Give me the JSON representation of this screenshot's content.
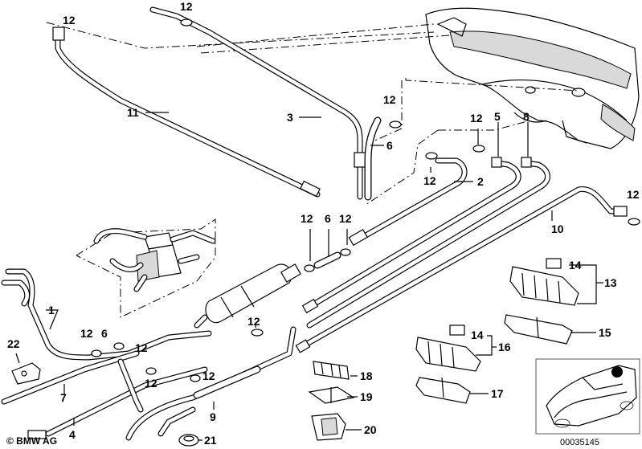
{
  "diagram": {
    "callouts": [
      "12",
      "12",
      "11",
      "3",
      "12",
      "6",
      "12",
      "5",
      "8",
      "12",
      "2",
      "12",
      "10",
      "12",
      "6",
      "12",
      "13",
      "14",
      "1",
      "12",
      "6",
      "12",
      "12",
      "12",
      "12",
      "14",
      "16",
      "15",
      "22",
      "7",
      "18",
      "19",
      "17",
      "9",
      "20",
      "4",
      "21"
    ],
    "image_id": "00035145",
    "copyright": "© BMW AG"
  },
  "colors": {
    "ink": "#000000",
    "background": "#ffffff",
    "inset_dot": "#000000"
  }
}
